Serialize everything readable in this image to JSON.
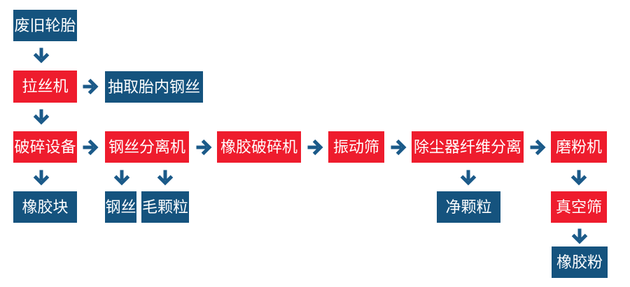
{
  "diagram": {
    "description": "Waste tire recycling process flowchart",
    "colors": {
      "process_box": "#ee1c2d",
      "product_box": "#15537e",
      "arrow": "#1b5a89",
      "label_text": "#ffffff",
      "background": "#ffffff"
    },
    "nodes": {
      "waste_tires": {
        "label": "废旧轮胎",
        "type": "material"
      },
      "wire_drawing_machine": {
        "label": "拉丝机",
        "type": "process"
      },
      "extract_tire_steel_wire": {
        "label": "抽取胎内钢丝",
        "type": "output"
      },
      "crushing_equipment": {
        "label": "破碎设备",
        "type": "process"
      },
      "rubber_blocks": {
        "label": "橡胶块",
        "type": "output"
      },
      "steel_wire_separator": {
        "label": "钢丝分离机",
        "type": "process"
      },
      "steel_wire": {
        "label": "钢丝",
        "type": "output"
      },
      "coarse_granules": {
        "label": "毛颗粒",
        "type": "output"
      },
      "rubber_crusher": {
        "label": "橡胶破碎机",
        "type": "process"
      },
      "vibrating_screen": {
        "label": "振动筛",
        "type": "process"
      },
      "dust_collector_fiber_separation": {
        "label": "除尘器纤维分离",
        "type": "process"
      },
      "clean_granules": {
        "label": "净颗粒",
        "type": "output"
      },
      "grinding_machine": {
        "label": "磨粉机",
        "type": "process"
      },
      "vacuum_screen": {
        "label": "真空筛",
        "type": "process"
      },
      "rubber_powder": {
        "label": "橡胶粉",
        "type": "output"
      }
    },
    "edges": [
      "waste_tires -> wire_drawing_machine",
      "wire_drawing_machine -> extract_tire_steel_wire",
      "wire_drawing_machine -> crushing_equipment",
      "crushing_equipment -> rubber_blocks",
      "crushing_equipment -> steel_wire_separator",
      "steel_wire_separator -> steel_wire",
      "steel_wire_separator -> coarse_granules",
      "steel_wire_separator -> rubber_crusher",
      "rubber_crusher -> vibrating_screen",
      "vibrating_screen -> dust_collector_fiber_separation",
      "dust_collector_fiber_separation -> clean_granules",
      "dust_collector_fiber_separation -> grinding_machine",
      "grinding_machine -> vacuum_screen",
      "vacuum_screen -> rubber_powder"
    ]
  }
}
